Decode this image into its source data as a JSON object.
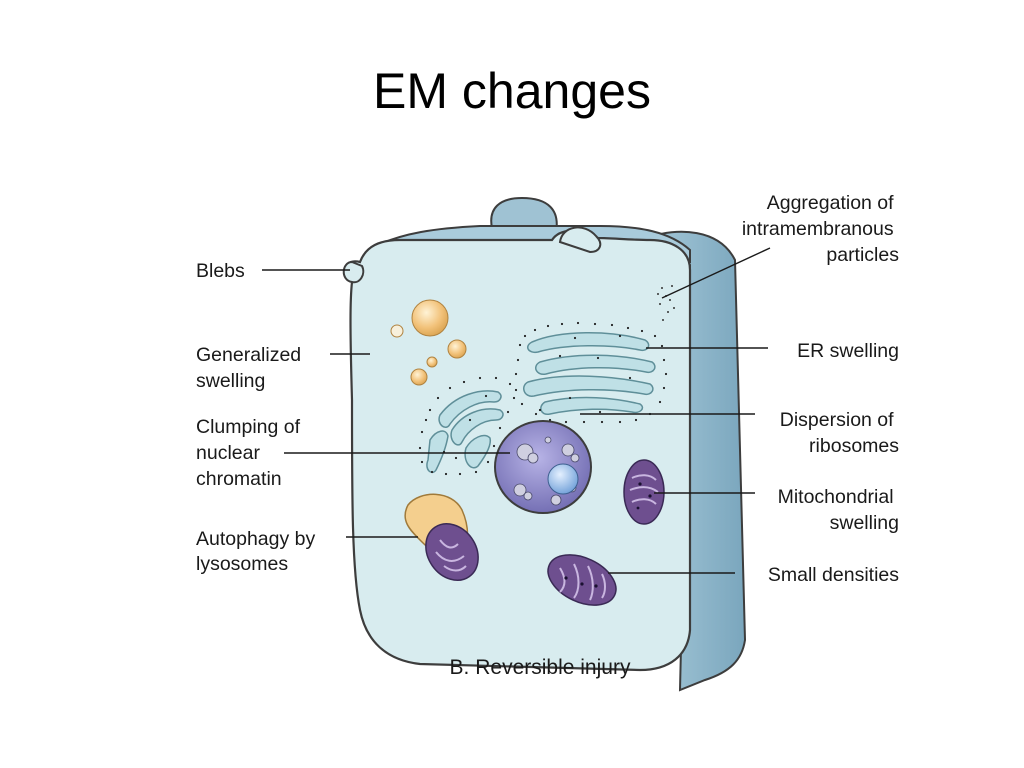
{
  "slide": {
    "title": "EM changes"
  },
  "diagram": {
    "caption": "B. Reversible injury",
    "labels": {
      "blebs": "Blebs",
      "generalized_swelling": [
        "Generalized",
        "swelling"
      ],
      "clumping": [
        "Clumping of",
        "nuclear",
        "chromatin"
      ],
      "autophagy": [
        "Autophagy by",
        "lysosomes"
      ],
      "aggregation": [
        "Aggregation of",
        "intramembranous",
        "particles"
      ],
      "er_swelling": "ER swelling",
      "dispersion": [
        "Dispersion of",
        "ribosomes"
      ],
      "mito_swelling": [
        "Mitochondrial",
        "swelling"
      ],
      "small_densities": "Small densities"
    },
    "colors": {
      "cytoplasm": "#d8ecef",
      "membrane_side": "#8fb8cc",
      "bleb": "#9fc2d3",
      "er": "#bfe0e6",
      "nucleus": "#8a86c6",
      "nucleolus": "#8fb6e6",
      "mitochondria": "#6e4f8f",
      "vacuole": "#f2c27a",
      "lysosome": "#f4cf8e"
    }
  }
}
